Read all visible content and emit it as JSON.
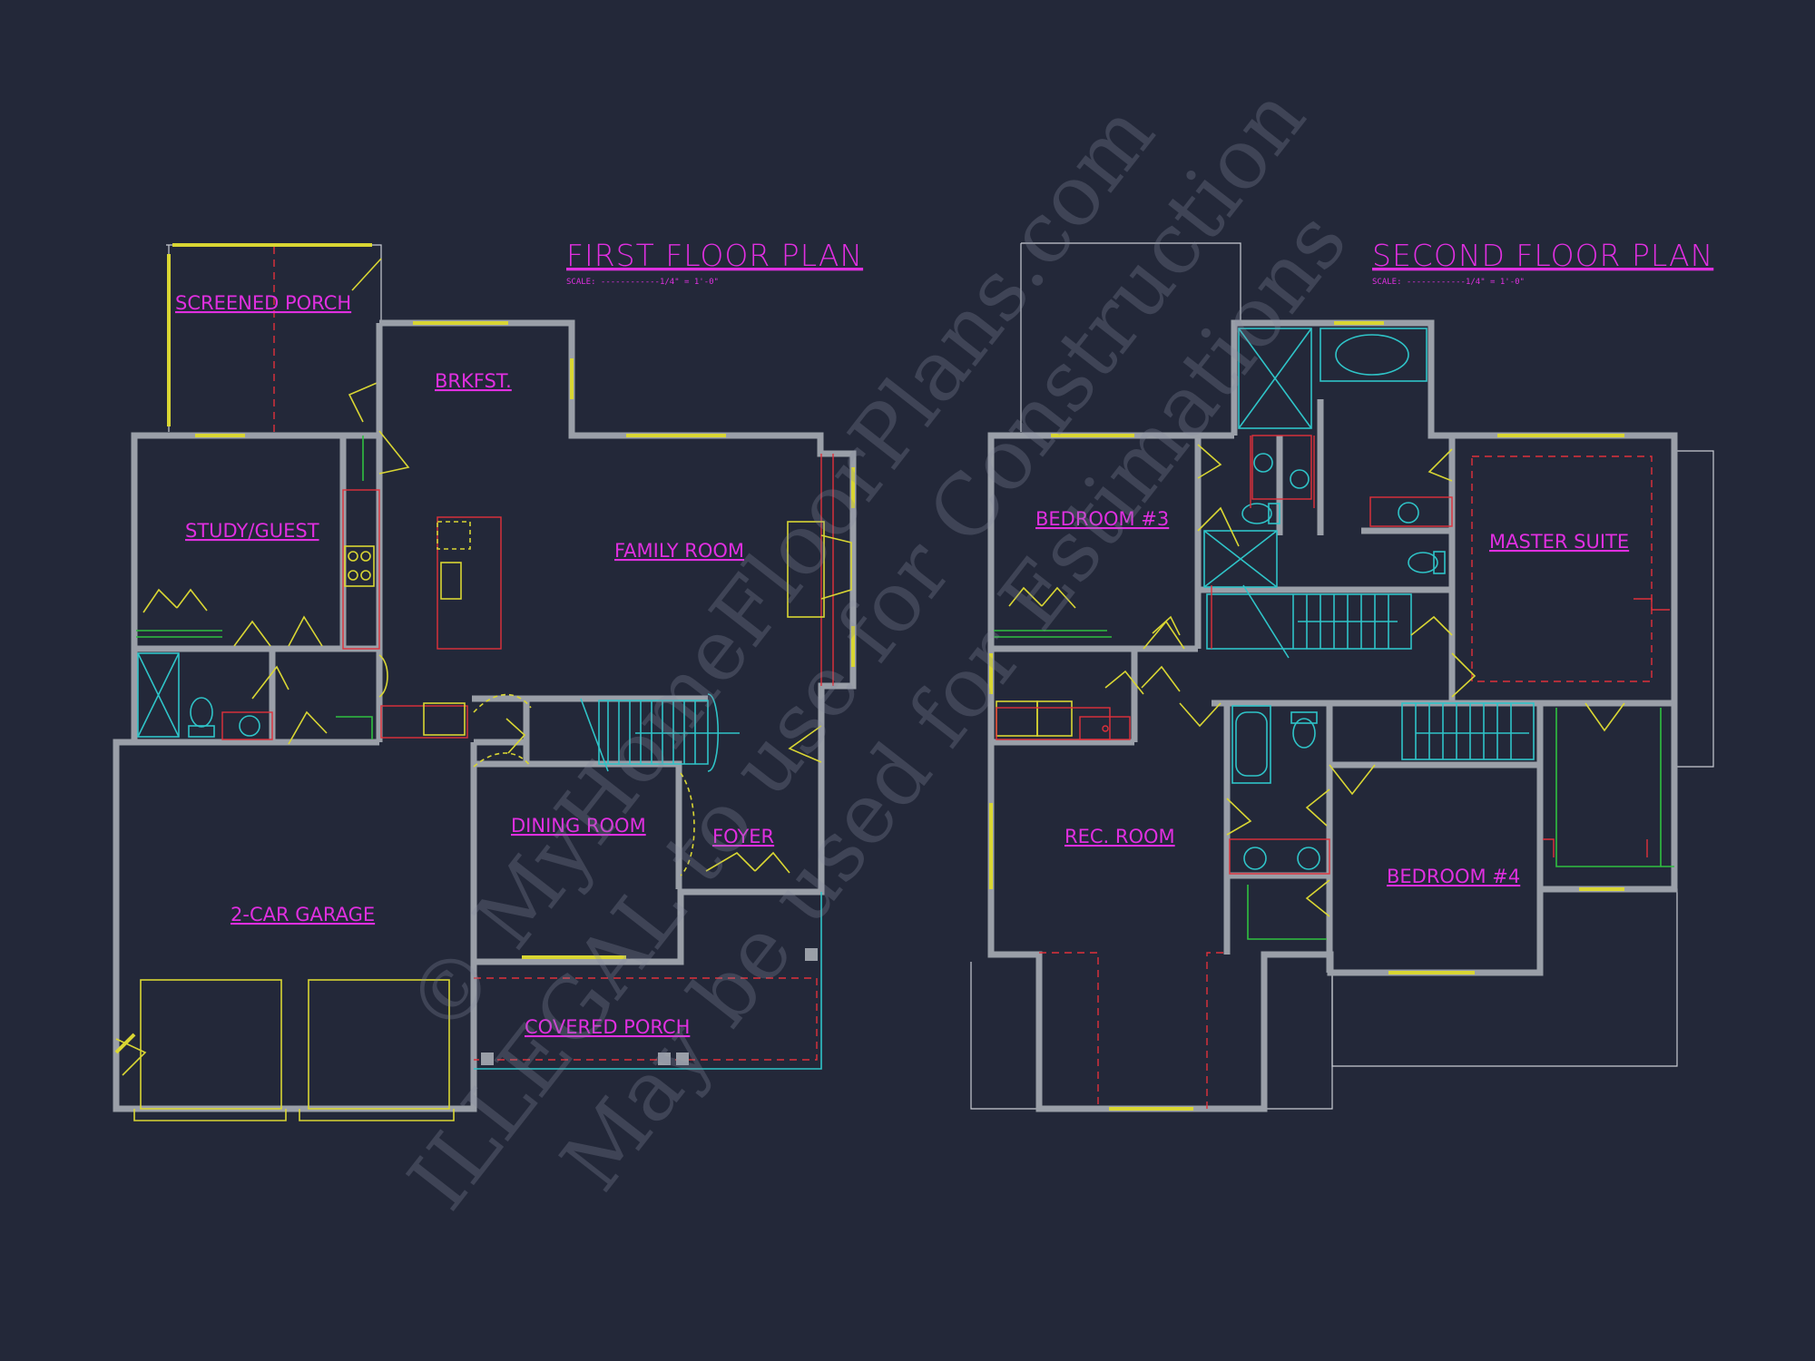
{
  "first_floor": {
    "title": "FIRST FLOOR PLAN",
    "scale": "SCALE: ------------1/4\" = 1'-0\"",
    "rooms": {
      "screened_porch": "SCREENED PORCH",
      "brkfst": "BRKFST.",
      "study_guest": "STUDY/GUEST",
      "family_room": "FAMILY ROOM",
      "dining_room": "DINING ROOM",
      "foyer": "FOYER",
      "garage": "2-CAR GARAGE",
      "covered_porch": "COVERED PORCH"
    }
  },
  "second_floor": {
    "title": "SECOND FLOOR PLAN",
    "scale": "SCALE: ------------1/4\" = 1'-0\"",
    "rooms": {
      "bedroom3": "BEDROOM #3",
      "master_suite": "MASTER SUITE",
      "rec_room": "REC. ROOM",
      "bedroom4": "BEDROOM #4"
    }
  },
  "watermark": {
    "line1": "© MyHomeFloorPlans.com",
    "line2": "ILLEGAL to use for Construction",
    "line3": "May be used for Estimations"
  },
  "colors": {
    "background": "#232839",
    "labels": "#e02fe0",
    "walls": "#9a9fa8",
    "windows_doors": "#d9d633",
    "fixtures": "#2fc4c8",
    "cabinets": "#e0303a",
    "shelving": "#2fc040"
  }
}
